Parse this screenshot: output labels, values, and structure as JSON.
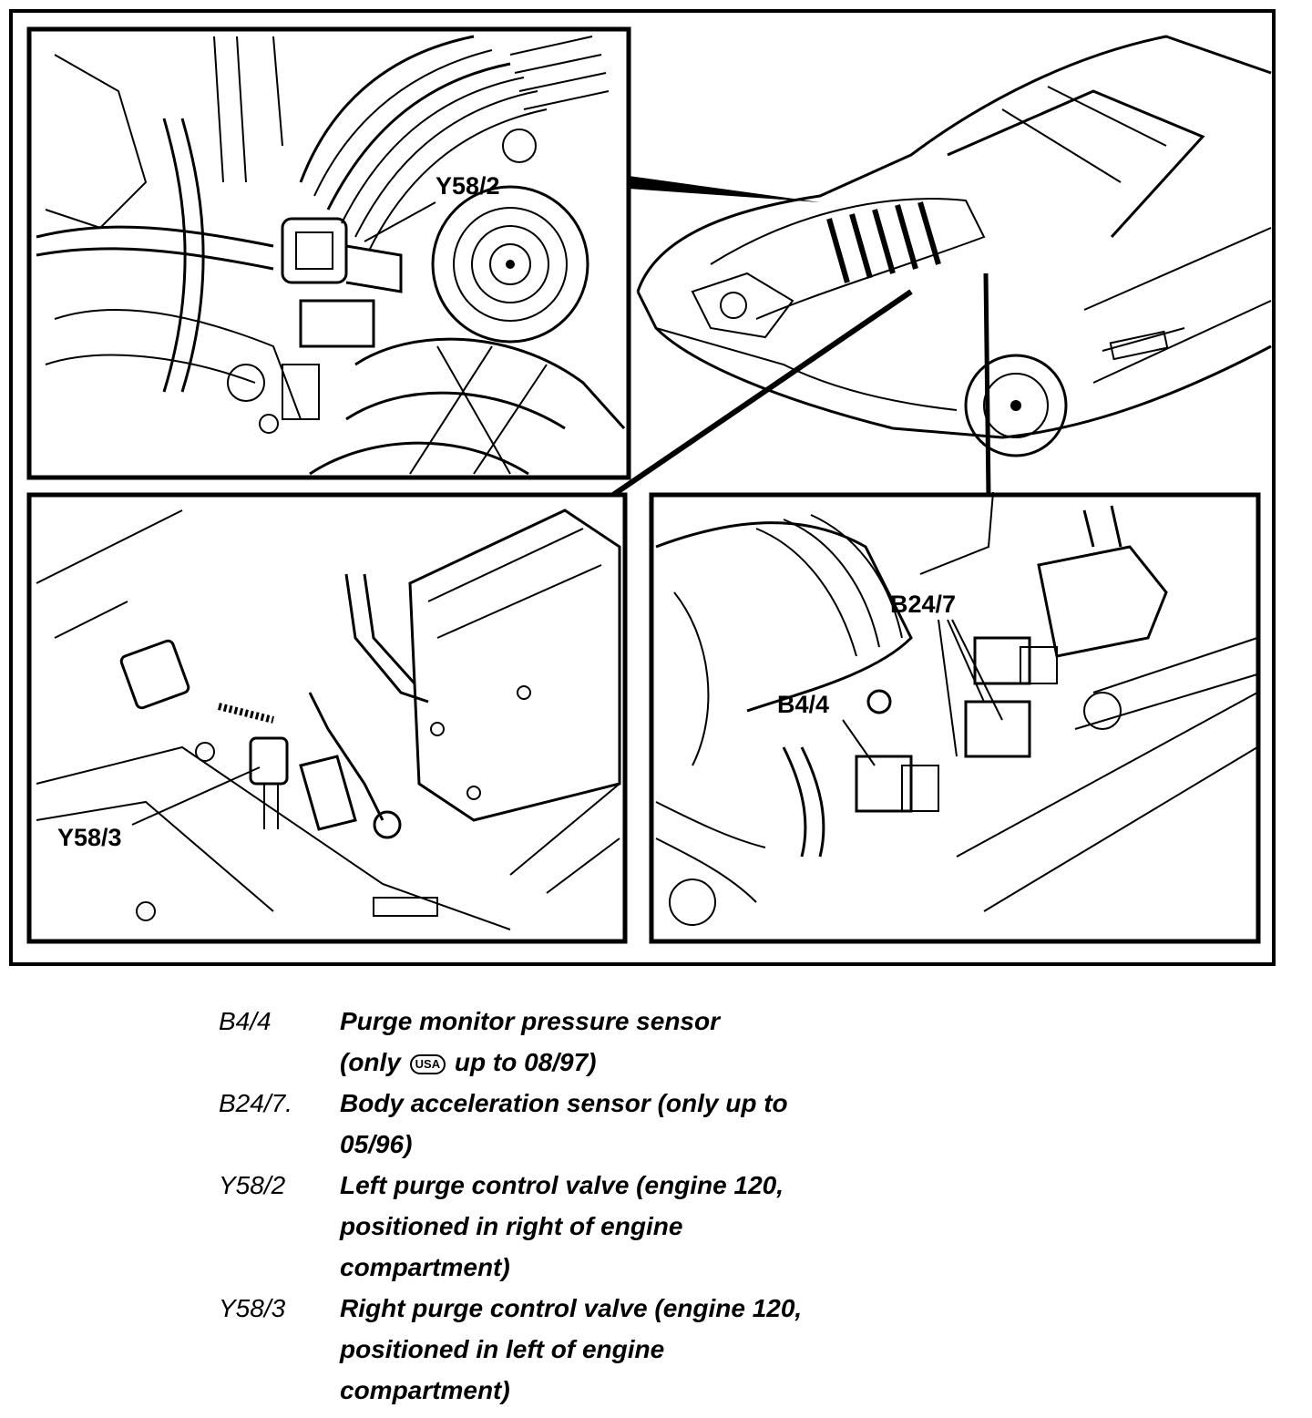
{
  "callouts": {
    "y58_2": "Y58/2",
    "y58_3": "Y58/3",
    "b24_7": "B24/7",
    "b4_4": "B4/4"
  },
  "legend": [
    {
      "code": "B4/4",
      "desc_line1": "Purge monitor pressure sensor",
      "desc_pre": "(only",
      "badge": "USA",
      "desc_post": "up to 08/97)"
    },
    {
      "code": "B24/7.",
      "desc": "Body acceleration sensor (only up to 05/96)"
    },
    {
      "code": "Y58/2",
      "desc": "Left purge control valve (engine 120, positioned in right of engine compartment)"
    },
    {
      "code": "Y58/3",
      "desc": "Right purge control valve (engine 120, positioned in left of engine compartment)"
    }
  ]
}
